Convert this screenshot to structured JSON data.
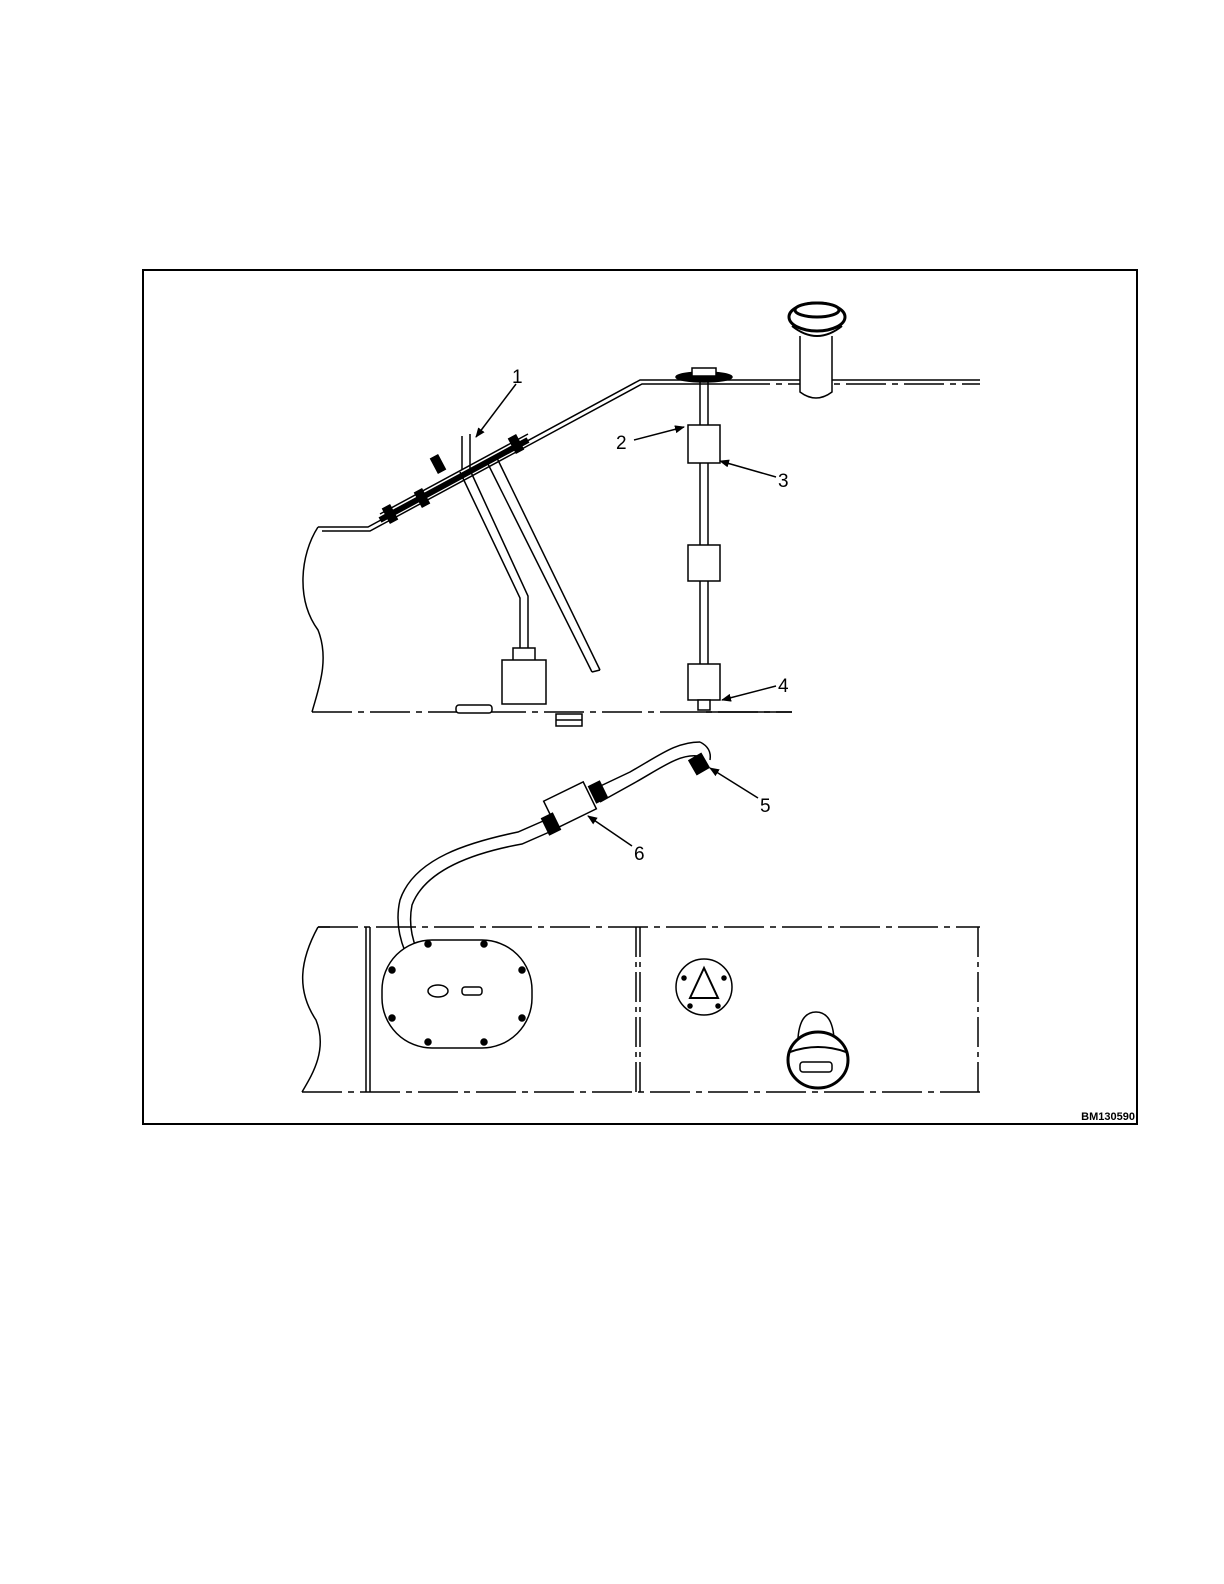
{
  "figure": {
    "id": "BM130590",
    "callouts": [
      "1",
      "2",
      "3",
      "4",
      "5",
      "6"
    ]
  }
}
